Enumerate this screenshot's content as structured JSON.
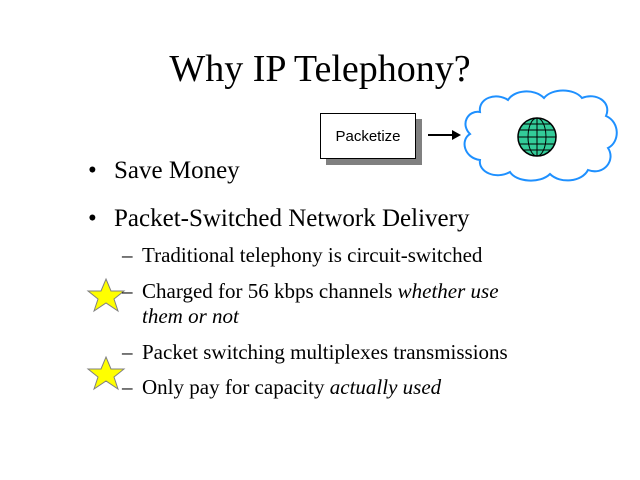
{
  "slide": {
    "title": "Why IP Telephony?",
    "diagram": {
      "box_label": "Packetize",
      "arrow": "arrow-right-icon",
      "cloud": "cloud-icon",
      "globe": "globe-icon",
      "colors": {
        "cloud_stroke": "#1e90ff",
        "globe_fill": "#33cc99",
        "shadow": "#808080"
      }
    },
    "bullets": [
      {
        "marker": "•",
        "text": "Save Money"
      },
      {
        "marker": "•",
        "text": "Packet-Switched Network Delivery"
      }
    ],
    "sub_bullets": [
      {
        "marker": "–",
        "text": "Traditional telephony is circuit-switched",
        "starred": false
      },
      {
        "marker": "–",
        "text": "Charged for 56 kbps channels ",
        "italic": "whether use",
        "line2_italic": "them or not",
        "starred": true
      },
      {
        "marker": "–",
        "text": "Packet switching multiplexes transmissions",
        "starred": false
      },
      {
        "marker": "–",
        "text": "Only pay for capacity ",
        "italic": "actually used",
        "starred": true
      }
    ],
    "star_color": "#ffff00"
  }
}
